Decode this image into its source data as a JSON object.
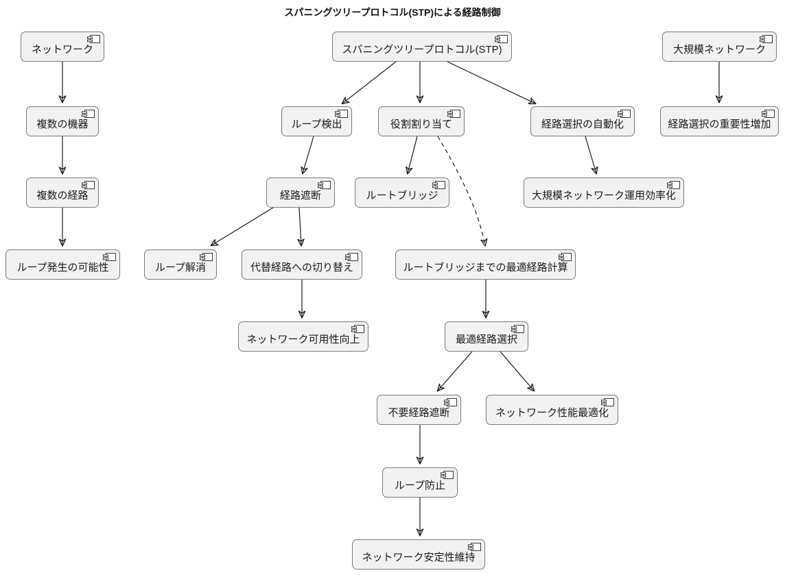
{
  "title": "スパニングツリープロトコル(STP)による経路制御",
  "colors": {
    "background": "#ffffff",
    "node_fill": "#f2f2f2",
    "node_border": "#7a7a7a",
    "edge": "#1a1a1a",
    "text": "#1a1a1a"
  },
  "icons": {
    "node_corner": "uml-component-icon"
  },
  "nodes": [
    {
      "id": "network",
      "label": "ネットワーク"
    },
    {
      "id": "stp",
      "label": "スパニングツリープロトコル(STP)"
    },
    {
      "id": "large-network",
      "label": "大規模ネットワーク"
    },
    {
      "id": "multiple-devices",
      "label": "複数の機器"
    },
    {
      "id": "loop-detection",
      "label": "ループ検出"
    },
    {
      "id": "role-assignment",
      "label": "役割割り当て"
    },
    {
      "id": "route-selection-automation",
      "label": "経路選択の自動化"
    },
    {
      "id": "route-selection-importance",
      "label": "経路選択の重要性増加"
    },
    {
      "id": "multiple-paths",
      "label": "複数の経路"
    },
    {
      "id": "path-blocking",
      "label": "経路遮断"
    },
    {
      "id": "root-bridge",
      "label": "ルートブリッジ"
    },
    {
      "id": "large-network-efficiency",
      "label": "大規模ネットワーク運用効率化"
    },
    {
      "id": "loop-possibility",
      "label": "ループ発生の可能性"
    },
    {
      "id": "loop-resolution",
      "label": "ループ解消"
    },
    {
      "id": "alternate-path-switch",
      "label": "代替経路への切り替え"
    },
    {
      "id": "optimal-path-calculation",
      "label": "ルートブリッジまでの最適経路計算"
    },
    {
      "id": "network-availability",
      "label": "ネットワーク可用性向上"
    },
    {
      "id": "optimal-path-selection",
      "label": "最適経路選択"
    },
    {
      "id": "unnecessary-path-blocking",
      "label": "不要経路遮断"
    },
    {
      "id": "network-performance",
      "label": "ネットワーク性能最適化"
    },
    {
      "id": "loop-prevention",
      "label": "ループ防止"
    },
    {
      "id": "network-stability",
      "label": "ネットワーク安定性維持"
    }
  ],
  "edges": [
    {
      "from": "network",
      "to": "multiple-devices",
      "style": "solid"
    },
    {
      "from": "multiple-devices",
      "to": "multiple-paths",
      "style": "solid"
    },
    {
      "from": "multiple-paths",
      "to": "loop-possibility",
      "style": "solid"
    },
    {
      "from": "stp",
      "to": "loop-detection",
      "style": "solid"
    },
    {
      "from": "stp",
      "to": "role-assignment",
      "style": "solid"
    },
    {
      "from": "stp",
      "to": "route-selection-automation",
      "style": "solid"
    },
    {
      "from": "large-network",
      "to": "route-selection-importance",
      "style": "solid"
    },
    {
      "from": "loop-detection",
      "to": "path-blocking",
      "style": "solid"
    },
    {
      "from": "role-assignment",
      "to": "root-bridge",
      "style": "solid"
    },
    {
      "from": "role-assignment",
      "to": "optimal-path-calculation",
      "style": "dashed"
    },
    {
      "from": "route-selection-automation",
      "to": "large-network-efficiency",
      "style": "solid"
    },
    {
      "from": "path-blocking",
      "to": "loop-resolution",
      "style": "solid"
    },
    {
      "from": "path-blocking",
      "to": "alternate-path-switch",
      "style": "solid"
    },
    {
      "from": "alternate-path-switch",
      "to": "network-availability",
      "style": "solid"
    },
    {
      "from": "optimal-path-calculation",
      "to": "optimal-path-selection",
      "style": "solid"
    },
    {
      "from": "optimal-path-selection",
      "to": "unnecessary-path-blocking",
      "style": "solid"
    },
    {
      "from": "optimal-path-selection",
      "to": "network-performance",
      "style": "solid"
    },
    {
      "from": "unnecessary-path-blocking",
      "to": "loop-prevention",
      "style": "solid"
    },
    {
      "from": "loop-prevention",
      "to": "network-stability",
      "style": "solid"
    }
  ]
}
